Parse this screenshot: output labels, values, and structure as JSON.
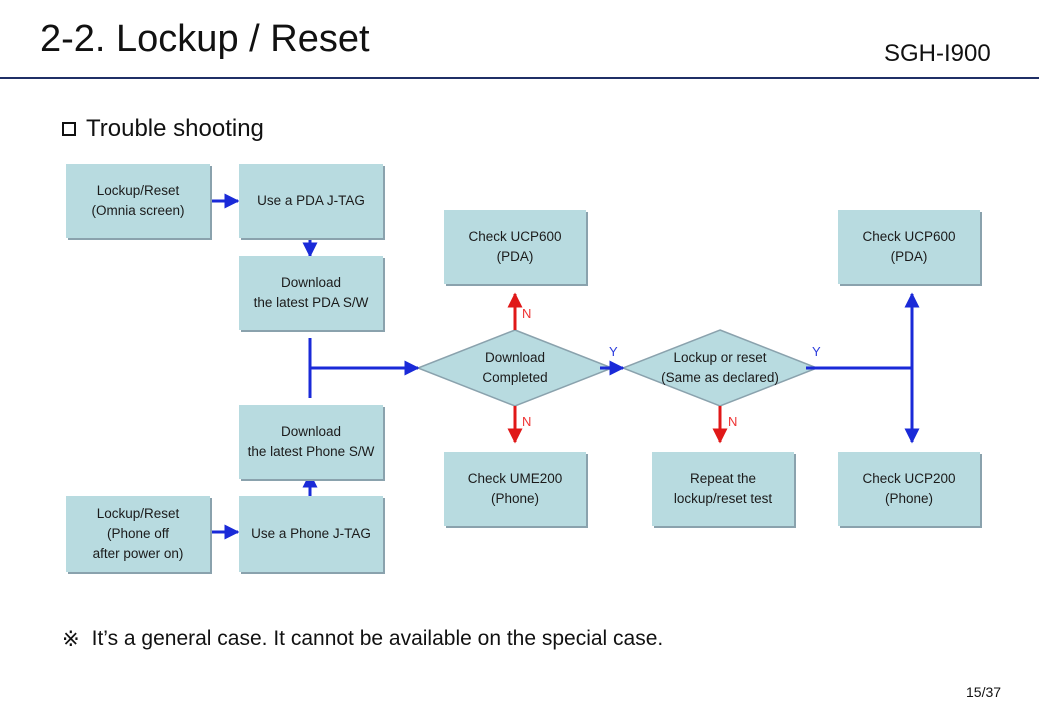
{
  "slide": {
    "title": "2-2. Lockup / Reset",
    "model": "SGH-I900",
    "section_header": "Trouble shooting",
    "note_mark": "※",
    "note": "It’s a general case. It cannot be available on the special case.",
    "page": "15/37"
  },
  "flowchart": {
    "nodes": {
      "lockup_omnia": "Lockup/Reset\n(Omnia screen)",
      "pda_jtag": "Use a PDA J-TAG",
      "download_pda": "Download\nthe latest PDA S/W",
      "download_phone": "Download\nthe latest Phone S/W",
      "lockup_phone_off": "Lockup/Reset\n(Phone off\nafter power on)",
      "phone_jtag": "Use a Phone J-TAG",
      "check_ucp600_a": "Check UCP600\n(PDA)",
      "download_completed": "Download\nCompleted",
      "check_ume200": "Check UME200\n(Phone)",
      "lockup_or_reset": "Lockup or reset\n(Same as declared)",
      "repeat_test": "Repeat the\nlockup/reset test",
      "check_ucp600_b": "Check UCP600\n(PDA)",
      "check_ucp200": "Check UCP200\n(Phone)"
    },
    "labels": {
      "n_up": "N",
      "n_down_1": "N",
      "y_1": "Y",
      "n_down_2": "N",
      "y_2": "Y"
    },
    "colors": {
      "node_fill": "#b8dbe0",
      "flow_arrow": "#1a2ad8",
      "no_arrow": "#e01818",
      "title_rule": "#1f2f66"
    }
  }
}
